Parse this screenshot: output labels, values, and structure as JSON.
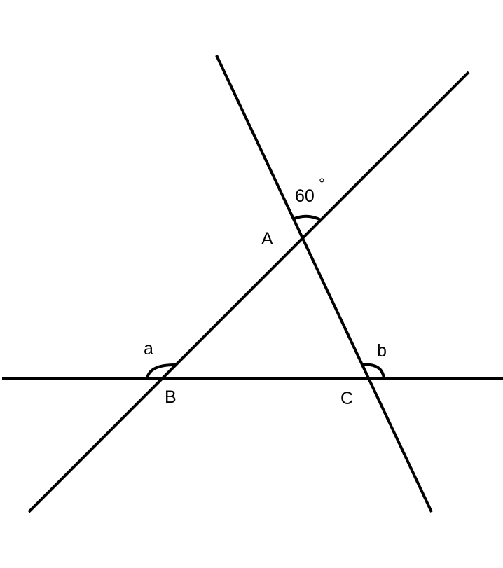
{
  "diagram": {
    "angle_label": "60",
    "degree_symbol": "°",
    "points": {
      "A": "A",
      "B": "B",
      "C": "C"
    },
    "angles": {
      "a": "a",
      "b": "b"
    }
  }
}
